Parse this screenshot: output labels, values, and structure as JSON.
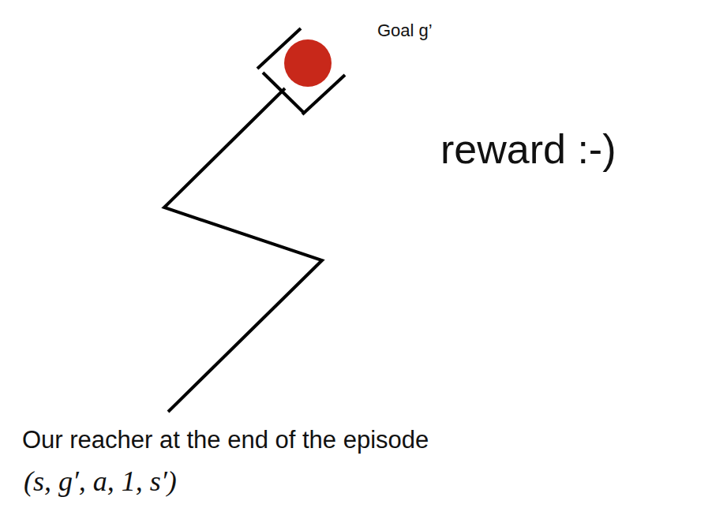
{
  "diagram": {
    "labels": [
      "Goal g’",
      "reward :-)",
      "Our reacher at the end of the episode",
      "(s, g′, a, 1, s′)"
    ]
  }
}
